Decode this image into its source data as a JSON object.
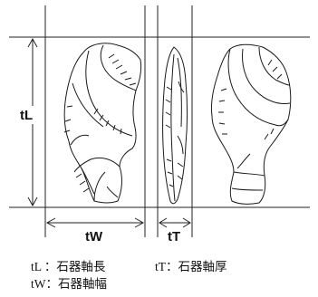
{
  "dimensions": {
    "length_label": "tL",
    "width_label": "tW",
    "thickness_label": "tT"
  },
  "legend": {
    "tl_entry": "tL ：石器軸長",
    "tt_entry": "tT：石器軸厚",
    "tw_entry": "tW：石器軸幅"
  }
}
